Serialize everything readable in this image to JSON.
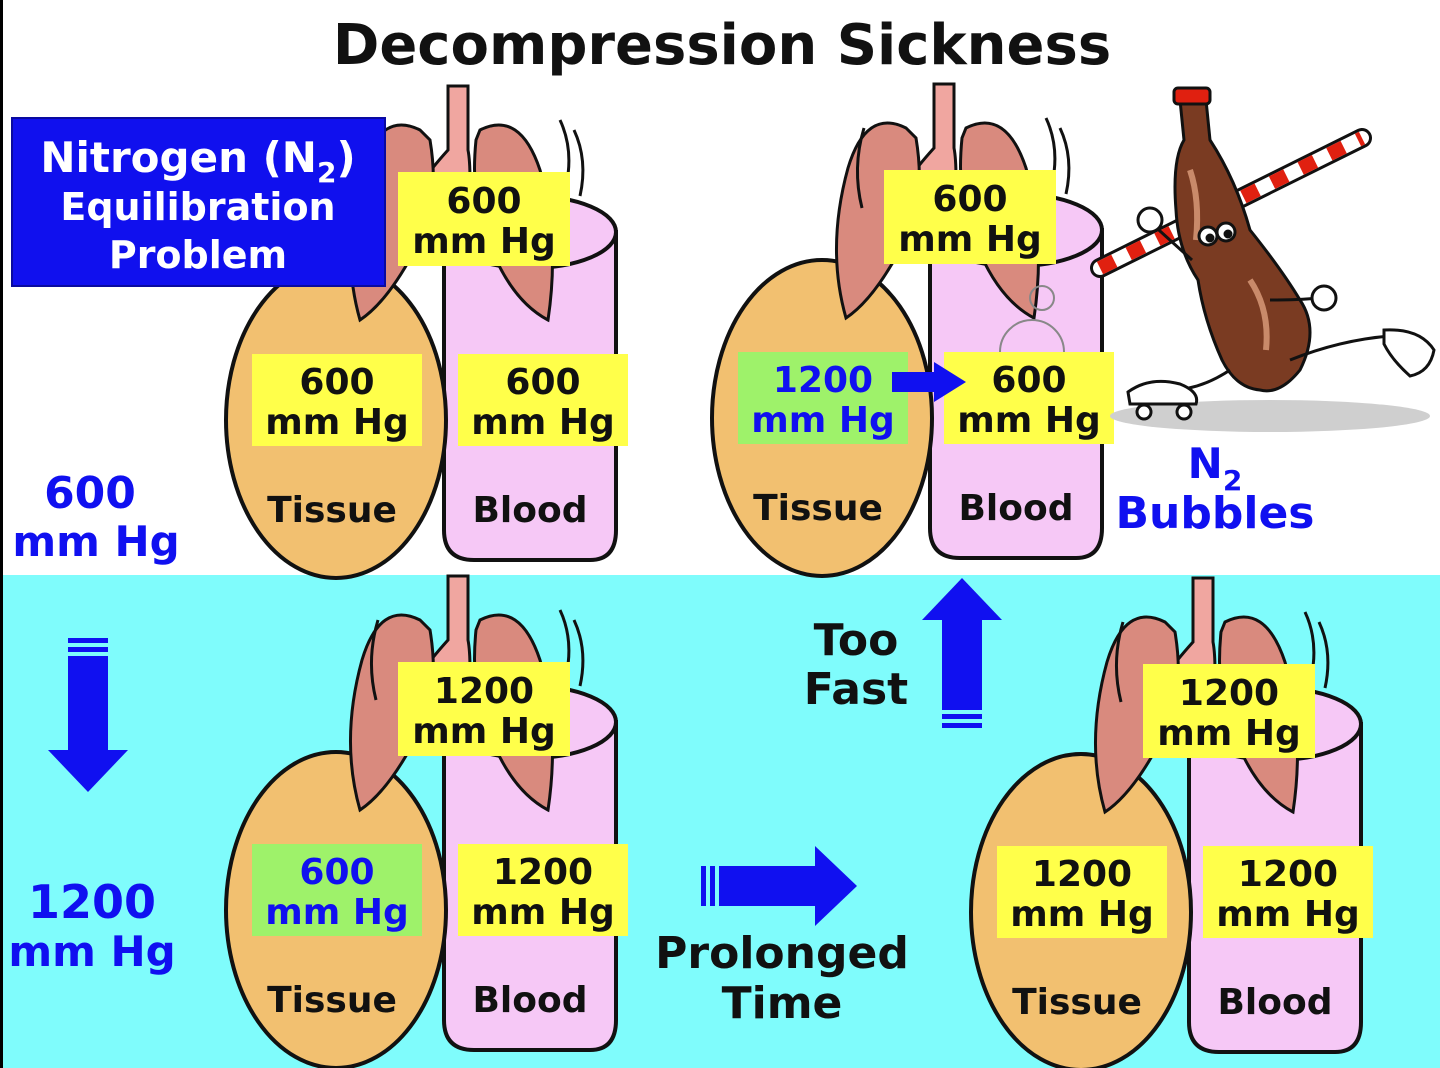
{
  "title": "Decompression Sickness",
  "colors": {
    "top_bg": "#ffffff",
    "bottom_bg": "#7ffcfc",
    "tissue": "#f2c070",
    "blood": "#f6c8f6",
    "lung": "#d98a7e",
    "trachea": "#f0a6a0",
    "label_yellow": "#ffff4a",
    "label_green": "#9ef26a",
    "accent_blue": "#1010f0",
    "box_blue": "#1010ee"
  },
  "info_box": {
    "line1": "Nitrogen (N",
    "sub": "2",
    "line1_end": ")",
    "line2": "Equilibration",
    "line3": "Problem"
  },
  "pressure_levels": {
    "top": {
      "value": "600",
      "unit": "mm Hg"
    },
    "bottom": {
      "value": "1200",
      "unit": "mm Hg"
    }
  },
  "panels": {
    "top_left": {
      "lung": {
        "value": "600",
        "unit": "mm Hg"
      },
      "tissue": {
        "value": "600",
        "unit": "mm Hg"
      },
      "blood": {
        "value": "600",
        "unit": "mm Hg"
      },
      "tissue_label": "Tissue",
      "blood_label": "Blood"
    },
    "top_right": {
      "lung": {
        "value": "600",
        "unit": "mm Hg"
      },
      "tissue": {
        "value": "1200",
        "unit": "mm Hg"
      },
      "blood": {
        "value": "600",
        "unit": "mm Hg"
      },
      "tissue_label": "Tissue",
      "blood_label": "Blood"
    },
    "bottom_left": {
      "lung": {
        "value": "1200",
        "unit": "mm Hg"
      },
      "tissue": {
        "value": "600",
        "unit": "mm Hg"
      },
      "blood": {
        "value": "1200",
        "unit": "mm Hg"
      },
      "tissue_label": "Tissue",
      "blood_label": "Blood"
    },
    "bottom_right": {
      "lung": {
        "value": "1200",
        "unit": "mm Hg"
      },
      "tissue": {
        "value": "1200",
        "unit": "mm Hg"
      },
      "blood": {
        "value": "1200",
        "unit": "mm Hg"
      },
      "tissue_label": "Tissue",
      "blood_label": "Blood"
    }
  },
  "too_fast": {
    "line1": "Too",
    "line2": "Fast"
  },
  "prolonged": {
    "line1": "Prolonged",
    "line2": "Time"
  },
  "bubbles": {
    "n": "N",
    "sub": "2",
    "label": "Bubbles"
  },
  "icons": [
    "down-arrow-icon",
    "up-arrow-icon",
    "right-arrow-icon",
    "small-right-arrow-icon",
    "soda-bottle-character-icon",
    "lungs-icon"
  ]
}
